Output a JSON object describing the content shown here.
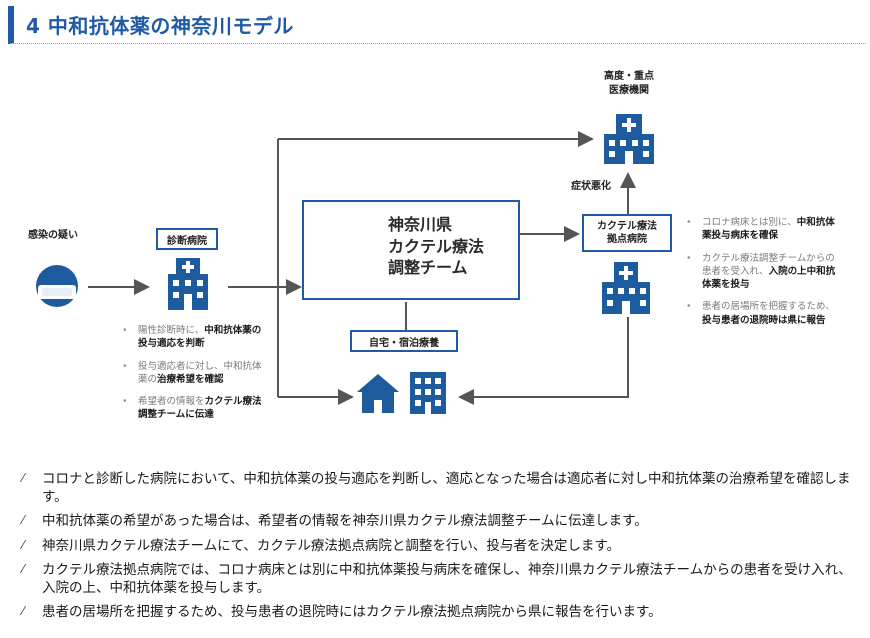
{
  "heading": "4 中和抗体薬の神奈川モデル",
  "diagram": {
    "suspect_label": "感染の疑い",
    "clinic_label": "診断病院",
    "team_title_lines": [
      "神奈川県",
      "カクテル療法",
      "調整チーム"
    ],
    "home_label": "自宅・宿泊療養",
    "hub_label_lines": [
      "カクテル療法",
      "拠点病院"
    ],
    "advanced_label_lines": [
      "高度・重点",
      "医療機関"
    ],
    "worsening_label": "症状悪化",
    "clinic_notes": [
      {
        "plain": "陽性診断時に、",
        "bold": "中和抗体薬の投与適応を判断",
        "after": ""
      },
      {
        "plain": "投与適応者に対し、中和抗体薬の",
        "bold": "治療希望を確認",
        "after": ""
      },
      {
        "plain": "希望者の情報を",
        "bold": "カクテル療法調整チームに伝達",
        "after": ""
      }
    ],
    "hub_notes": [
      {
        "plain": "コロナ病床とは別に、",
        "bold": "中和抗体薬投与病床を確保",
        "after": ""
      },
      {
        "plain": "カクテル療法調整チームからの患者を受入れ、",
        "bold": "入院の上中和抗体薬を投与",
        "after": ""
      },
      {
        "plain": "患者の居場所を把握するため、",
        "bold": "投与患者の退院時は県に報告",
        "after": ""
      }
    ]
  },
  "bullets": [
    "コロナと診断した病院において、中和抗体薬の投与適応を判断し、適応となった場合は適応者に対し中和抗体薬の治療希望を確認します。",
    "中和抗体薬の希望があった場合は、希望者の情報を神奈川県カクテル療法調整チームに伝達します。",
    "神奈川県カクテル療法チームにて、カクテル療法拠点病院と調整を行い、投与者を決定します。",
    "カクテル療法拠点病院では、コロナ病床とは別に中和抗体薬投与病床を確保し、神奈川県カクテル療法チームからの患者を受け入れ、入院の上、中和抗体薬を投与します。",
    "患者の居場所を把握するため、投与患者の退院時にはカクテル療法拠点病院から県に報告を行います。"
  ],
  "colors": {
    "brand": "#1f5aa6",
    "icon": "#1e5b9e",
    "line": "#555555"
  }
}
